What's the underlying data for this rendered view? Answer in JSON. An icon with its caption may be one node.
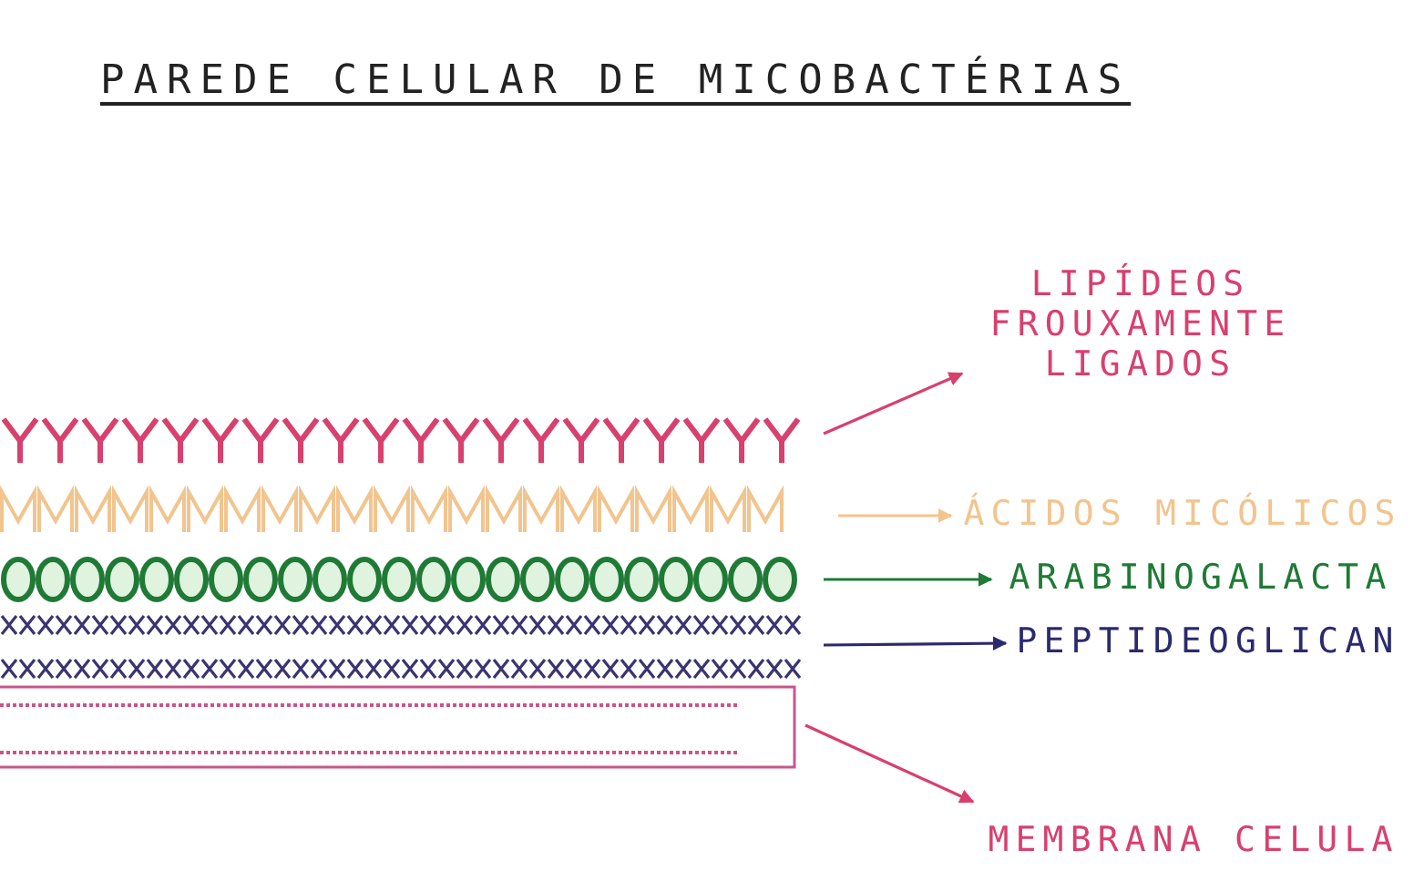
{
  "diagram": {
    "title": "PAREDE CELULAR DE MICOBACTÉRIAS",
    "nodes": [
      {
        "text": [],
        "shape": "bar"
      },
      {
        "text": [],
        "shape": "bar"
      },
      {
        "text": [],
        "shape": "bar"
      },
      {
        "text": [],
        "shape": "bar"
      },
      {
        "text": [],
        "shape": "box"
      },
      {
        "text": [
          "LIPÍDEOS FROUXAMENTE LIGADOS"
        ]
      },
      {
        "text": [
          "ÁCIDOS MICÓLICOS"
        ]
      },
      {
        "text": [
          "ARABINOGALACTA"
        ]
      },
      {
        "text": [
          "PEPTIDEOGLICAN"
        ]
      },
      {
        "text": [
          "MEMBRANA CELULA"
        ]
      }
    ],
    "edges": [
      {
        "from": 0,
        "to": 5,
        "arrow": "to",
        "color": "#d8406e"
      },
      {
        "from": 1,
        "to": 6,
        "arrow": "to",
        "color": "#f2c48e"
      },
      {
        "from": 2,
        "to": 7,
        "arrow": "to",
        "color": "#1f7a35"
      },
      {
        "from": 3,
        "to": 8,
        "arrow": "to",
        "color": "#2b2a6e"
      },
      {
        "from": 4,
        "to": 9,
        "arrow": "to",
        "color": "#d8406e"
      }
    ]
  }
}
